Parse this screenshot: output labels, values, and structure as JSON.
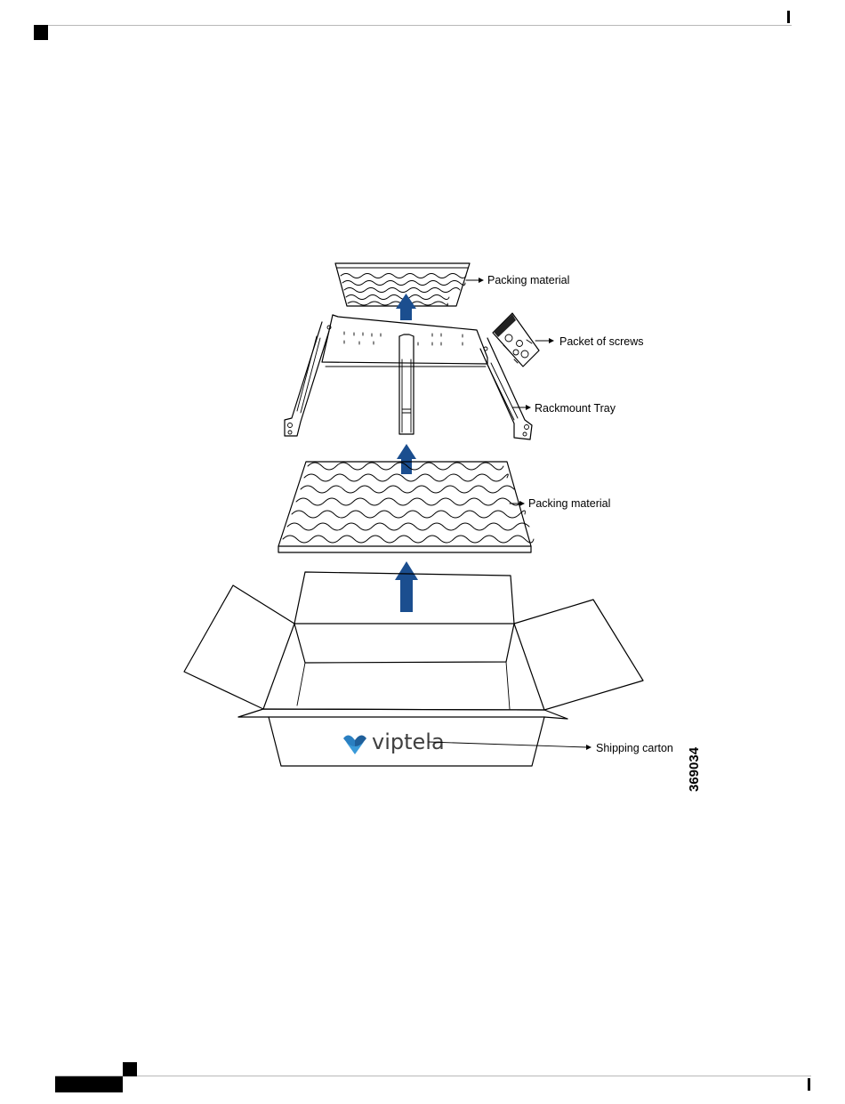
{
  "figure": {
    "labels": {
      "packing_top": "Packing material",
      "screws": "Packet of screws",
      "tray": "Rackmount Tray",
      "packing_mid": "Packing material",
      "carton": "Shipping carton"
    },
    "logo_text": "viptela",
    "figure_number": "369034"
  },
  "colors": {
    "arrow": "#1b4e8f",
    "logo_text": "#404040",
    "logo_mark": "#2a7fc1"
  }
}
